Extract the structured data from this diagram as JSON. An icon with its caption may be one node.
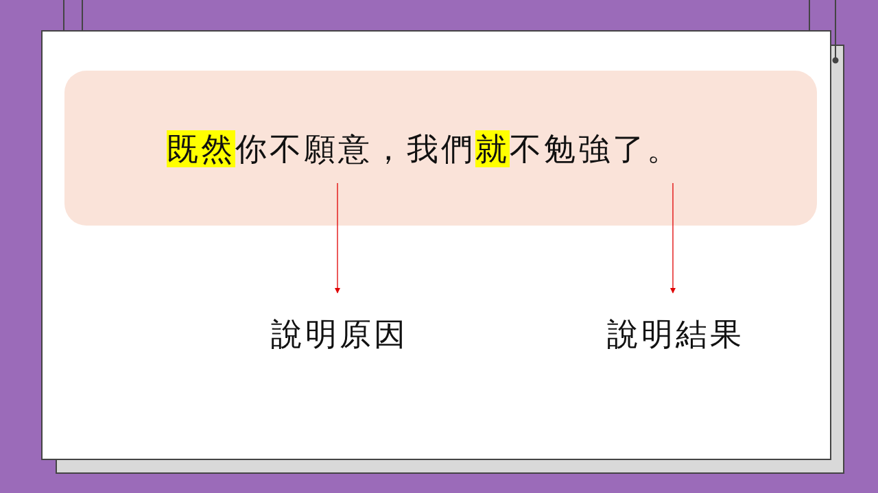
{
  "diagram": {
    "nodes": [
      {
        "text": [
          "**既然**你不願意，我們**就**不勉強了。"
        ]
      },
      {
        "text": [
          "說明原因"
        ]
      },
      {
        "text": [
          "說明結果"
        ]
      }
    ],
    "edges": [
      {
        "from": 0,
        "to": 1,
        "arrow": "to"
      },
      {
        "from": 0,
        "to": 2,
        "arrow": "to"
      }
    ]
  }
}
